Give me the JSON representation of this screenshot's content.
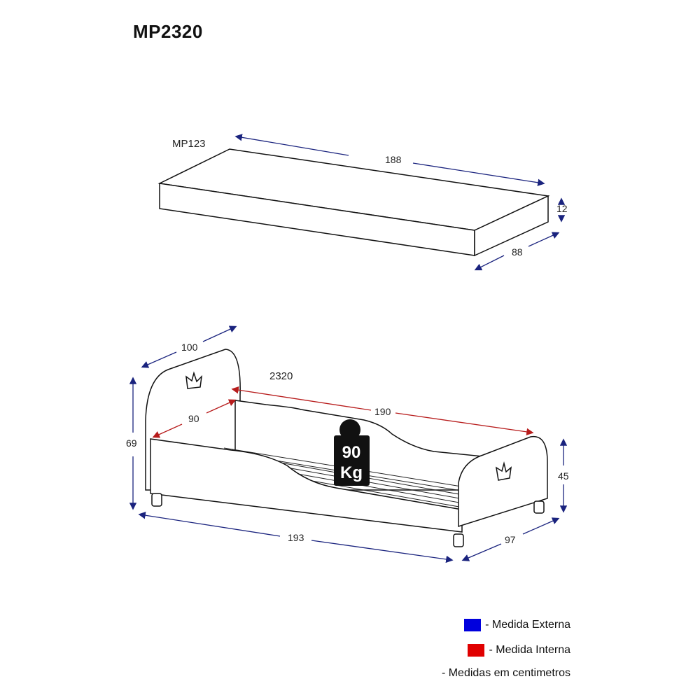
{
  "title": "MP2320",
  "mattress": {
    "label": "MP123",
    "dimensions": {
      "length": "188",
      "height": "12",
      "width": "88"
    }
  },
  "bed": {
    "label": "2320",
    "external": {
      "headboard_depth": "100",
      "height": "69",
      "length": "193",
      "width": "97",
      "footboard_height": "45"
    },
    "internal": {
      "width": "90",
      "length": "190"
    },
    "weight_badge": {
      "value": "90",
      "unit": "Kg"
    }
  },
  "legend": {
    "external": {
      "label": "- Medida Externa",
      "color": "#0000dd"
    },
    "internal": {
      "label": "- Medida Interna",
      "color": "#e00000"
    },
    "note": "- Medidas em centimetros"
  },
  "colors": {
    "external_dim": "#1a237e",
    "internal_dim": "#b71c1c"
  }
}
